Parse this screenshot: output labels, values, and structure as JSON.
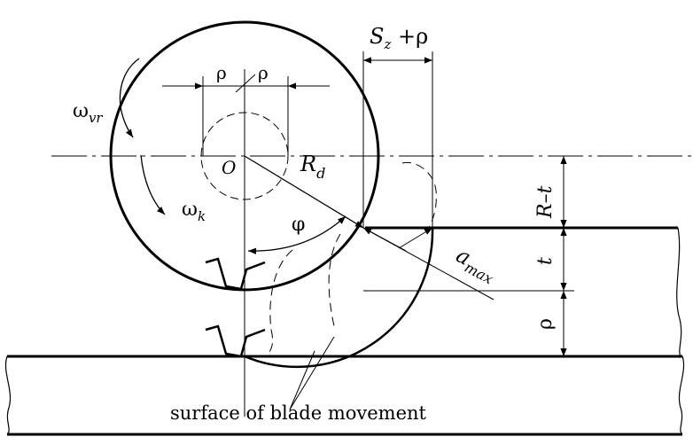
{
  "diagram": {
    "labels": {
      "rho_left": "ρ",
      "rho_right": "ρ",
      "sz_s": "S",
      "sz_sub": "z",
      "sz_plus": " +ρ",
      "omega_vr": "ω",
      "omega_vr_sub": "vr",
      "center_o": "O",
      "rd": "R",
      "rd_sub": "d",
      "omega_k": "ω",
      "omega_k_sub": "k",
      "phi": "φ",
      "a_max": "a",
      "a_max_sub": "max",
      "r_minus_t": "R–t",
      "t": "t",
      "rho_vertical": "ρ",
      "caption": "surface of blade movement"
    }
  }
}
